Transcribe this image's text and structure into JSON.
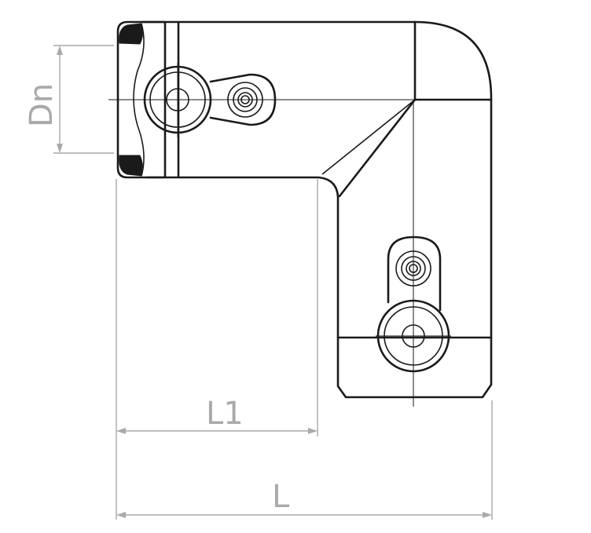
{
  "labels": {
    "diameter": "Dn",
    "length_1": "L1",
    "length": "L"
  },
  "colors": {
    "outline": "#1a1a1a",
    "dimension": "#a9a9a9",
    "background": "#ffffff"
  }
}
